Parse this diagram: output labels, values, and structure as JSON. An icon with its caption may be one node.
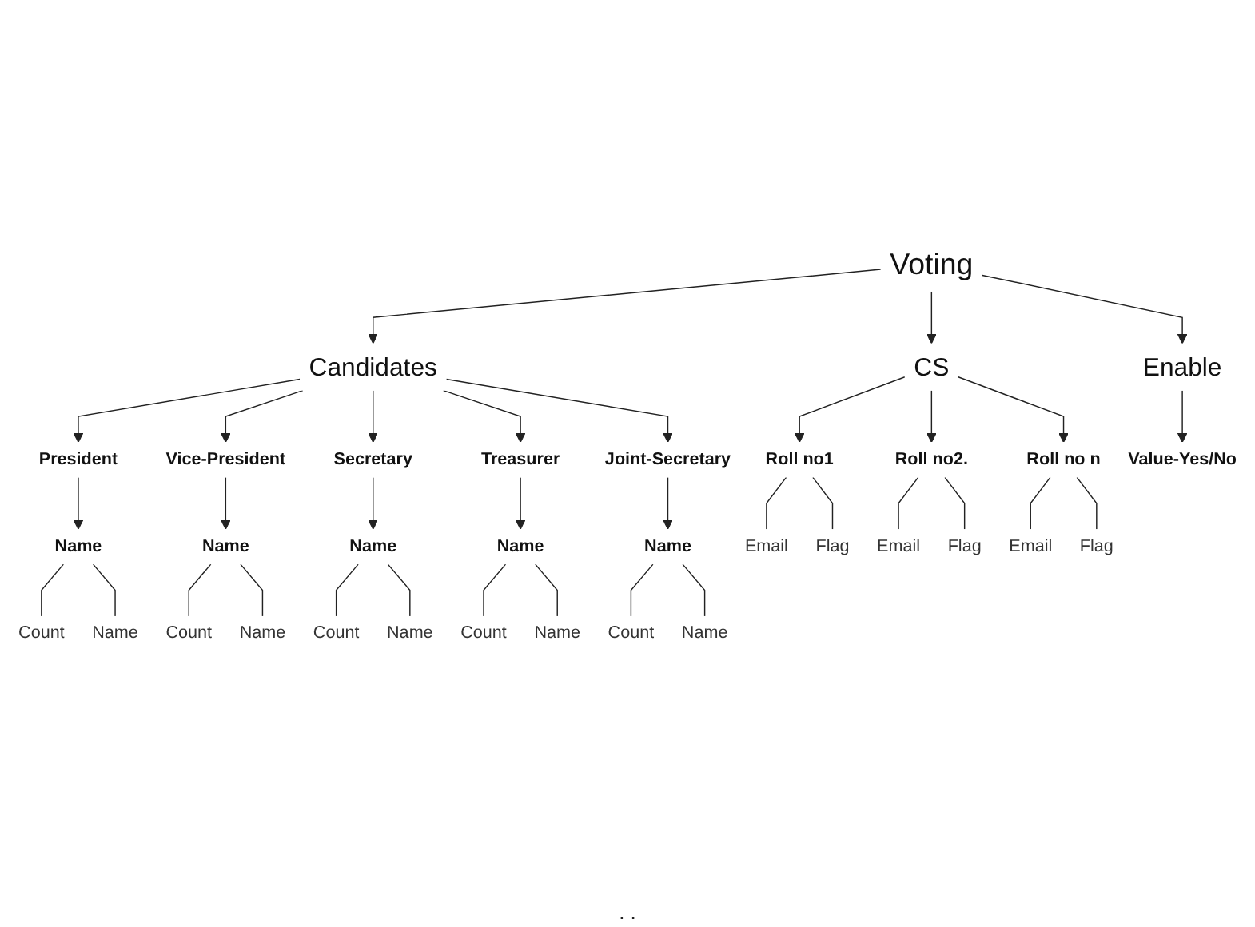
{
  "diagram": {
    "nodes": [
      {
        "text": [
          "Voting"
        ]
      },
      {
        "text": [
          "Candidates"
        ]
      },
      {
        "text": [
          "CS"
        ]
      },
      {
        "text": [
          "Enable"
        ]
      },
      {
        "text": [
          "President"
        ]
      },
      {
        "text": [
          "Vice-President"
        ]
      },
      {
        "text": [
          "Secretary"
        ]
      },
      {
        "text": [
          "Treasurer"
        ]
      },
      {
        "text": [
          "Joint-Secretary"
        ]
      },
      {
        "text": [
          "Roll no1"
        ]
      },
      {
        "text": [
          "Roll no2."
        ]
      },
      {
        "text": [
          "Roll no n"
        ]
      },
      {
        "text": [
          "Value-Yes/No"
        ]
      },
      {
        "text": [
          "Name"
        ]
      },
      {
        "text": [
          "Name"
        ]
      },
      {
        "text": [
          "Name"
        ]
      },
      {
        "text": [
          "Name"
        ]
      },
      {
        "text": [
          "Name"
        ]
      },
      {
        "text": [
          "Count"
        ]
      },
      {
        "text": [
          "Name"
        ]
      },
      {
        "text": [
          "Count"
        ]
      },
      {
        "text": [
          "Name"
        ]
      },
      {
        "text": [
          "Count"
        ]
      },
      {
        "text": [
          "Name"
        ]
      },
      {
        "text": [
          "Count"
        ]
      },
      {
        "text": [
          "Name"
        ]
      },
      {
        "text": [
          "Count"
        ]
      },
      {
        "text": [
          "Name"
        ]
      },
      {
        "text": [
          "Email"
        ]
      },
      {
        "text": [
          "Flag"
        ]
      },
      {
        "text": [
          "Email"
        ]
      },
      {
        "text": [
          "Flag"
        ]
      },
      {
        "text": [
          "Email"
        ]
      },
      {
        "text": [
          "Flag"
        ]
      }
    ],
    "edges": [
      {
        "from": 0,
        "to": 1,
        "arrow": "to"
      },
      {
        "from": 0,
        "to": 2,
        "arrow": "to"
      },
      {
        "from": 0,
        "to": 3,
        "arrow": "to"
      },
      {
        "from": 1,
        "to": 4,
        "arrow": "to"
      },
      {
        "from": 1,
        "to": 5,
        "arrow": "to"
      },
      {
        "from": 1,
        "to": 6,
        "arrow": "to"
      },
      {
        "from": 1,
        "to": 7,
        "arrow": "to"
      },
      {
        "from": 1,
        "to": 8,
        "arrow": "to"
      },
      {
        "from": 2,
        "to": 9,
        "arrow": "to"
      },
      {
        "from": 2,
        "to": 10,
        "arrow": "to"
      },
      {
        "from": 2,
        "to": 11,
        "arrow": "to"
      },
      {
        "from": 3,
        "to": 12,
        "arrow": "to"
      },
      {
        "from": 4,
        "to": 13,
        "arrow": "to"
      },
      {
        "from": 5,
        "to": 14,
        "arrow": "to"
      },
      {
        "from": 6,
        "to": 15,
        "arrow": "to"
      },
      {
        "from": 7,
        "to": 16,
        "arrow": "to"
      },
      {
        "from": 8,
        "to": 17,
        "arrow": "to"
      },
      {
        "from": 13,
        "to": 18,
        "arrow": "none"
      },
      {
        "from": 13,
        "to": 19,
        "arrow": "none"
      },
      {
        "from": 14,
        "to": 20,
        "arrow": "none"
      },
      {
        "from": 14,
        "to": 21,
        "arrow": "none"
      },
      {
        "from": 15,
        "to": 22,
        "arrow": "none"
      },
      {
        "from": 15,
        "to": 23,
        "arrow": "none"
      },
      {
        "from": 16,
        "to": 24,
        "arrow": "none"
      },
      {
        "from": 16,
        "to": 25,
        "arrow": "none"
      },
      {
        "from": 17,
        "to": 26,
        "arrow": "none"
      },
      {
        "from": 17,
        "to": 27,
        "arrow": "none"
      },
      {
        "from": 9,
        "to": 28,
        "arrow": "none"
      },
      {
        "from": 9,
        "to": 29,
        "arrow": "none"
      },
      {
        "from": 10,
        "to": 30,
        "arrow": "none"
      },
      {
        "from": 10,
        "to": 31,
        "arrow": "none"
      },
      {
        "from": 11,
        "to": 32,
        "arrow": "none"
      },
      {
        "from": 11,
        "to": 33,
        "arrow": "none"
      }
    ],
    "labels": [
      ". ."
    ]
  }
}
